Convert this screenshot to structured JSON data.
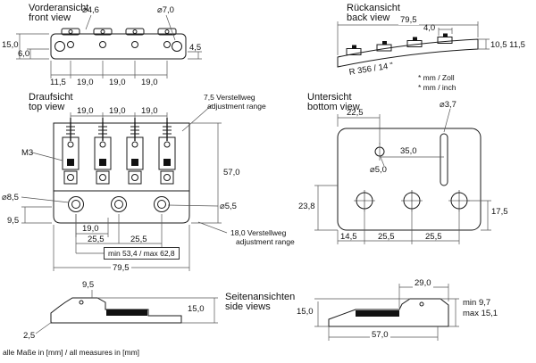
{
  "footer": "alle Maße in [mm] / all measures in [mm]",
  "views": {
    "front": {
      "title_de": "Vorderansicht",
      "title_en": "front view",
      "dia_small": "⌀4,6",
      "dia_large": "⌀7,0",
      "height_total": "15,0",
      "height_mid": "6,0",
      "height_right": "4,5",
      "pitch_first": "11,5",
      "pitch_1": "19,0",
      "pitch_2": "19,0",
      "pitch_3": "19,0"
    },
    "back": {
      "title_de": "Rückansicht",
      "title_en": "back view",
      "width_total": "79,5",
      "saddle_width": "4,0",
      "height_range": "10,5 11,5",
      "radius": "R 356 / 14 \"",
      "note_de": "* mm / Zoll",
      "note_en": "* mm / inch"
    },
    "top": {
      "title_de": "Draufsicht",
      "title_en": "top view",
      "pitch_1": "19,0",
      "pitch_2": "19,0",
      "pitch_3": "19,0",
      "adj1_de": "7,5 Verstellweg",
      "adj1_en": "adjustment range",
      "thread": "M3",
      "height_total": "57,0",
      "dia_outer": "⌀8,5",
      "height_tab": "9,5",
      "dia_inner": "⌀5,5",
      "dim_19": "19,0",
      "dim_255a": "25,5",
      "dim_255b": "25,5",
      "adj2_de": "18,0 Verstellweg",
      "adj2_en": "adjustment range",
      "minmax": "min 53,4 / max 62,8",
      "width_total": "79,5"
    },
    "bottom": {
      "title_de": "Untersicht",
      "title_en": "bottom view",
      "dim_225": "22,5",
      "dia_37": "⌀3,7",
      "dim_35": "35,0",
      "dia_50": "⌀5,0",
      "dim_238": "23,8",
      "dim_175": "17,5",
      "dim_145": "14,5",
      "dim_255a": "25,5",
      "dim_255b": "25,5"
    },
    "side_left": {
      "dim_95": "9,5",
      "dim_150": "15,0",
      "dim_25": "2,5"
    },
    "side_label": {
      "title_de": "Seitenansichten",
      "title_en": "side views"
    },
    "side_right": {
      "dim_290": "29,0",
      "dim_150": "15,0",
      "dim_min": "min 9,7",
      "dim_max": "max 15,1",
      "dim_570": "57,0"
    }
  }
}
